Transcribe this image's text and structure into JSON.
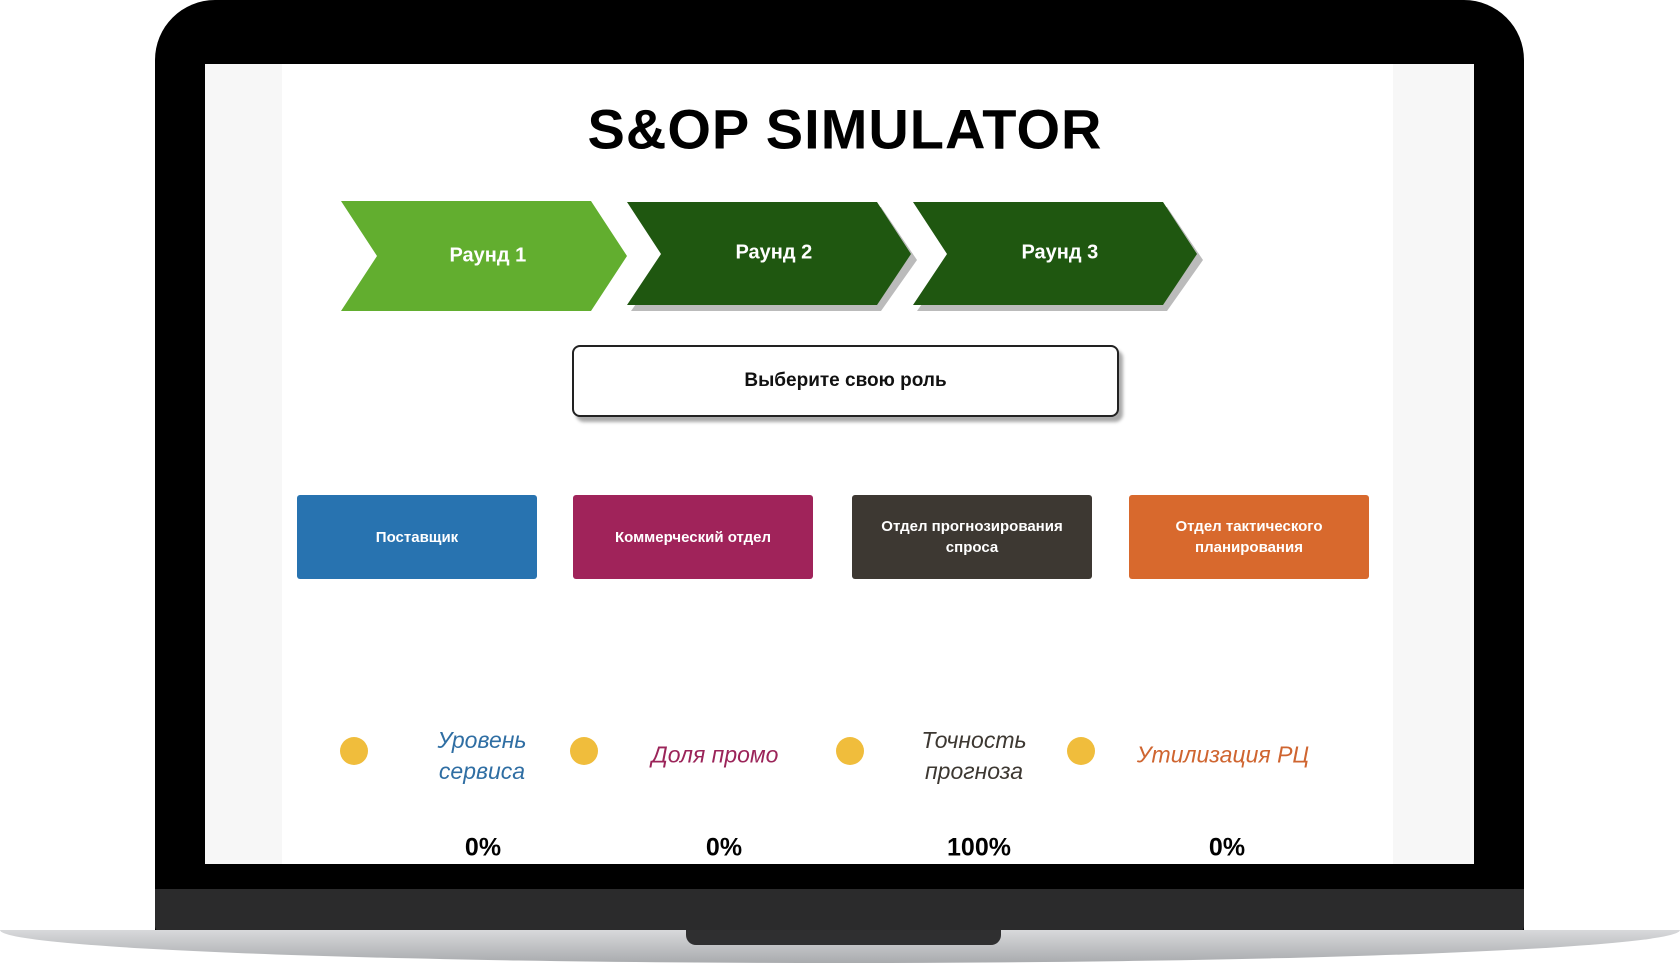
{
  "title": "S&OP SIMULATOR",
  "rounds": [
    {
      "label": "Раунд 1",
      "color": "#62ae2f"
    },
    {
      "label": "Раунд 2",
      "color": "#1f5710"
    },
    {
      "label": "Раунд 3",
      "color": "#1f5710"
    }
  ],
  "select_role": "Выберите свою роль",
  "roles": [
    {
      "label": "Поставщик",
      "color": "#2873b0"
    },
    {
      "label": "Коммерческий отдел",
      "color": "#a0235a"
    },
    {
      "label": "Отдел прогнозирования спроса",
      "color": "#3d3832"
    },
    {
      "label": "Отдел тактического планирования",
      "color": "#d8692d"
    }
  ],
  "metrics": [
    {
      "label": "Уровень сервиса",
      "value": "0%",
      "color": "#2f6ea3"
    },
    {
      "label": "Доля промо",
      "value": "0%",
      "color": "#9b2459"
    },
    {
      "label": "Точность прогноза",
      "value": "100%",
      "color": "#3d3832"
    },
    {
      "label": "Утилизация РЦ",
      "value": "0%",
      "color": "#cf6530"
    }
  ],
  "indicator_color": "#f0bd3c"
}
